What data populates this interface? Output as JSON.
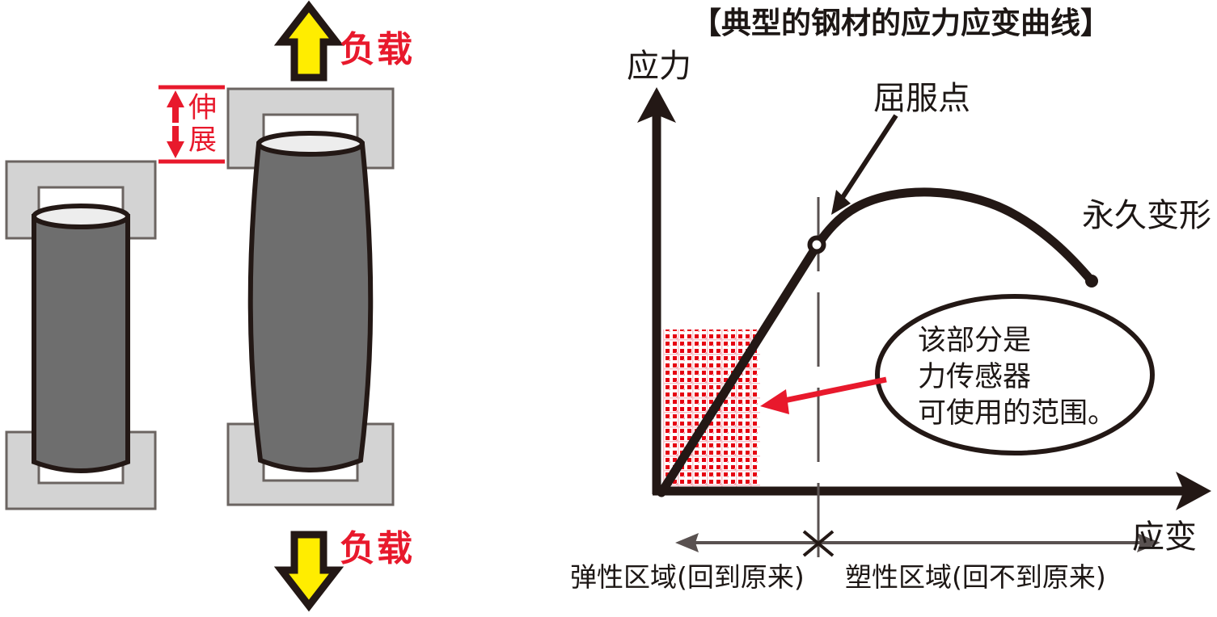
{
  "figure": {
    "title": "【典型的钢材的应力应变曲线】"
  },
  "left_diagram": {
    "name": "tensile-test-illustration",
    "load_top_label": "负载",
    "load_bottom_label": "负载",
    "elongation_label_line1": "伸",
    "elongation_label_line2": "展",
    "colors": {
      "arrow_fill": "#ffed00",
      "arrow_stroke": "#231815",
      "grip_fill": "#d3d3d3",
      "grip_stroke": "#6b6461",
      "specimen_fill": "#6e6e6e",
      "specimen_top_fill": "#ededed",
      "specimen_stroke": "#231815",
      "marker_red": "#e8192c"
    }
  },
  "chart_annotations": {
    "yield_point_label": "屈服点",
    "permanent_deformation_label": "永久变形",
    "callout_line1": "该部分是",
    "callout_line2": "力传感器",
    "callout_line3": "可使用的范围。",
    "elastic_region_label": "弹性区域(回到原来)",
    "plastic_region_label": "塑性区域(回不到原来)"
  },
  "colors": {
    "ink": "#231815",
    "red": "#e8192c",
    "hatch_red": "#e60012",
    "axis_gray": "#595150"
  },
  "chart_data": {
    "type": "line",
    "title": "【典型的钢材的应力应变曲线】",
    "xlabel": "应变",
    "ylabel": "应力",
    "grid": false,
    "legend": null,
    "axis_style": "arrow-axes-unlabeled-ticks",
    "xlim": [
      0,
      1
    ],
    "ylim": [
      0,
      1
    ],
    "series": [
      {
        "name": "应力应变曲线",
        "comment": "stress-strain curve: linear elastic rise to yield point, then strain hardening to ultimate strength, then necking down to fracture",
        "x": [
          0.0,
          0.07,
          0.14,
          0.21,
          0.28,
          0.33,
          0.38,
          0.45,
          0.55,
          0.65,
          0.72,
          0.8,
          0.88,
          0.95,
          1.0
        ],
        "y": [
          0.0,
          0.13,
          0.26,
          0.39,
          0.52,
          0.62,
          0.68,
          0.78,
          0.87,
          0.91,
          0.9,
          0.86,
          0.78,
          0.7,
          0.64
        ]
      }
    ],
    "markers": [
      {
        "name": "屈服点",
        "label": "屈服点",
        "x": 0.33,
        "y": 0.62,
        "style": "open-circle"
      },
      {
        "name": "永久变形",
        "label": "永久变形",
        "x": 1.0,
        "y": 0.64,
        "style": "filled-dot"
      }
    ],
    "shaded_regions": [
      {
        "name": "力传感器可使用的范围",
        "x_range": [
          0.0,
          0.2
        ],
        "y_range": [
          0.0,
          0.32
        ],
        "fill": "red-dotted-hatch",
        "note": "该部分是力传感器可使用的范围。"
      }
    ],
    "reference_lines": [
      {
        "name": "yield-divider",
        "orientation": "vertical",
        "x": 0.33,
        "style": "dashed"
      }
    ],
    "region_axis": {
      "name": "region-span-arrow",
      "left_label": "弹性区域(回到原来)",
      "right_label": "塑性区域(回不到原来)",
      "divider_x": 0.33
    }
  }
}
